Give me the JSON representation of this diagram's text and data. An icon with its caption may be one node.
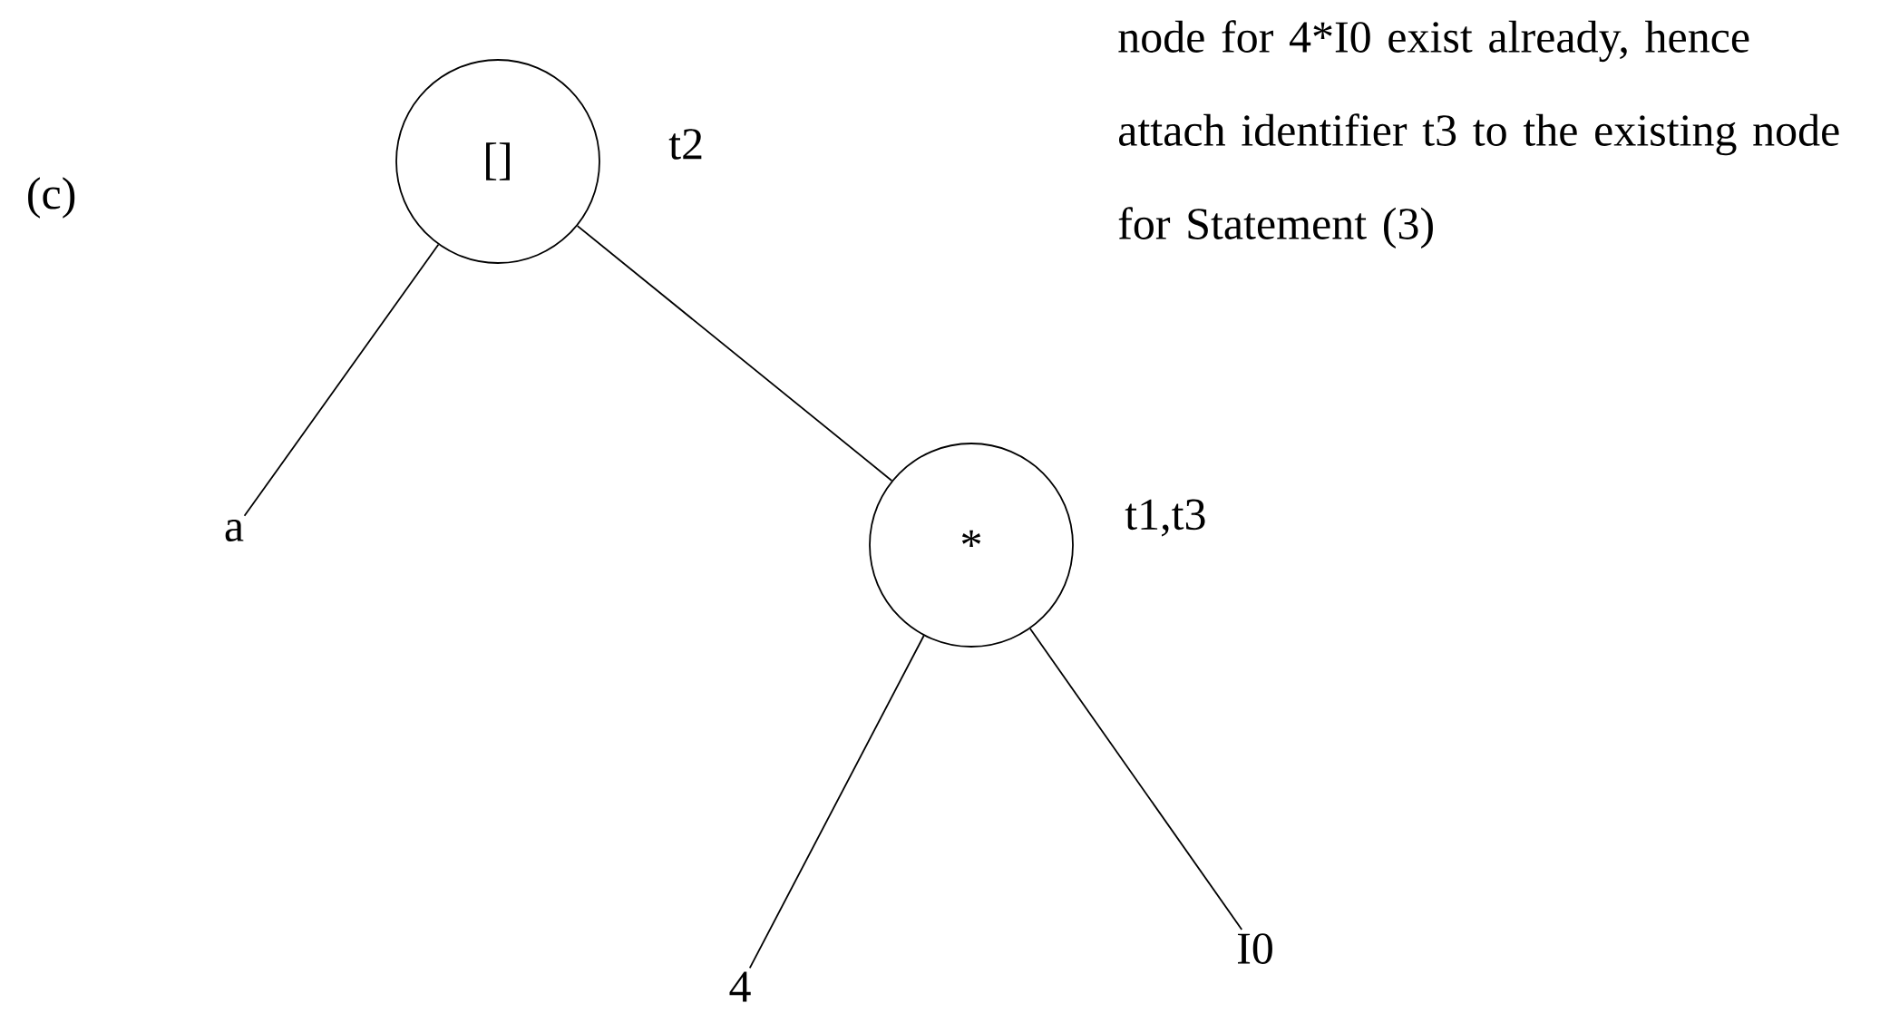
{
  "diagram": {
    "nodes": [
      {
        "text": [
          "[]"
        ],
        "beside": [
          "t2"
        ]
      },
      {
        "text": [
          "a"
        ]
      },
      {
        "text": [
          "*"
        ],
        "beside": [
          "t1,t3"
        ]
      },
      {
        "text": [
          "4"
        ]
      },
      {
        "text": [
          "I0"
        ]
      }
    ],
    "edges": [
      {
        "from": 0,
        "to": 1,
        "arrow": "none"
      },
      {
        "from": 0,
        "to": 2,
        "arrow": "none"
      },
      {
        "from": 2,
        "to": 3,
        "arrow": "none"
      },
      {
        "from": 2,
        "to": 4,
        "arrow": "none"
      }
    ],
    "labels": [
      "(c)",
      "node for 4*I0 exist already, hence attach identifier t3 to the existing node for Statement (3)"
    ]
  }
}
